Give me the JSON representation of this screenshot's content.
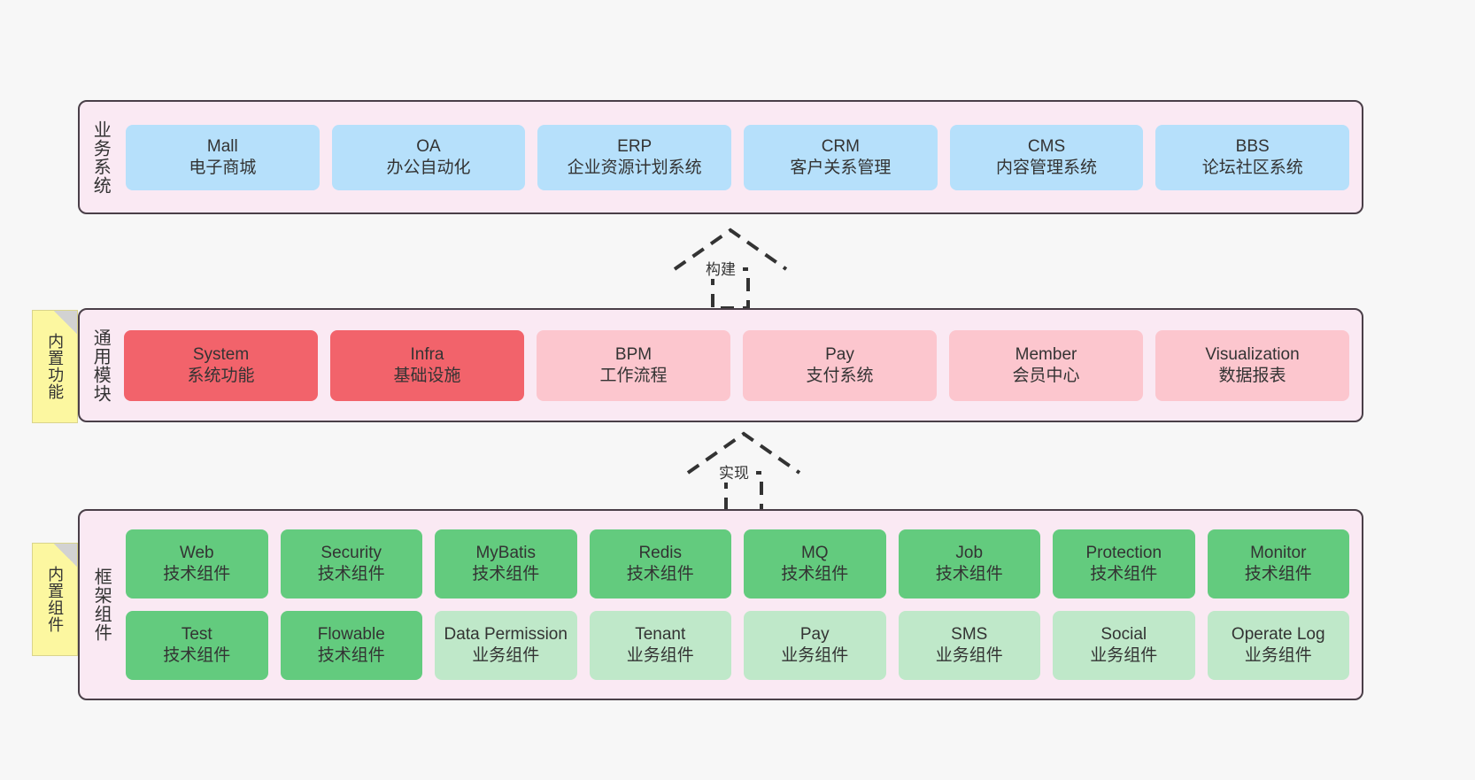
{
  "diagram": {
    "background_color": "#f7f7f7",
    "panel_fill": "#fae9f3",
    "panel_border": "#4a3f48",
    "tab_fill": "#fcf7a0"
  },
  "side_tabs": [
    {
      "name": "builtin-features",
      "label": "内置功能"
    },
    {
      "name": "builtin-components",
      "label": "内置组件"
    }
  ],
  "connectors": [
    {
      "name": "build",
      "label": "构建",
      "style": "dashed-generalization-up"
    },
    {
      "name": "implement",
      "label": "实现",
      "style": "dashed-generalization-up"
    }
  ],
  "business": {
    "title": "业务系统",
    "color": "#b6e0fb",
    "cards": [
      {
        "en": "Mall",
        "cn": "电子商城"
      },
      {
        "en": "OA",
        "cn": "办公自动化"
      },
      {
        "en": "ERP",
        "cn": "企业资源计划系统"
      },
      {
        "en": "CRM",
        "cn": "客户关系管理"
      },
      {
        "en": "CMS",
        "cn": "内容管理系统"
      },
      {
        "en": "BBS",
        "cn": "论坛社区系统"
      }
    ]
  },
  "modules": {
    "title": "通用模块",
    "color_primary": "#f2636b",
    "color_secondary": "#fcc6ce",
    "cards": [
      {
        "en": "System",
        "cn": "系统功能",
        "tone": "primary"
      },
      {
        "en": "Infra",
        "cn": "基础设施",
        "tone": "primary"
      },
      {
        "en": "BPM",
        "cn": "工作流程",
        "tone": "secondary"
      },
      {
        "en": "Pay",
        "cn": "支付系统",
        "tone": "secondary"
      },
      {
        "en": "Member",
        "cn": "会员中心",
        "tone": "secondary"
      },
      {
        "en": "Visualization",
        "cn": "数据报表",
        "tone": "secondary"
      }
    ]
  },
  "framework": {
    "title": "框架组件",
    "color_tech": "#63cb7e",
    "color_business": "#bfe8c9",
    "row1": [
      {
        "en": "Web",
        "cn": "技术组件",
        "tone": "tech"
      },
      {
        "en": "Security",
        "cn": "技术组件",
        "tone": "tech"
      },
      {
        "en": "MyBatis",
        "cn": "技术组件",
        "tone": "tech"
      },
      {
        "en": "Redis",
        "cn": "技术组件",
        "tone": "tech"
      },
      {
        "en": "MQ",
        "cn": "技术组件",
        "tone": "tech"
      },
      {
        "en": "Job",
        "cn": "技术组件",
        "tone": "tech"
      },
      {
        "en": "Protection",
        "cn": "技术组件",
        "tone": "tech"
      },
      {
        "en": "Monitor",
        "cn": "技术组件",
        "tone": "tech"
      }
    ],
    "row2": [
      {
        "en": "Test",
        "cn": "技术组件",
        "tone": "tech"
      },
      {
        "en": "Flowable",
        "cn": "技术组件",
        "tone": "tech"
      },
      {
        "en": "Data Permission",
        "cn": "业务组件",
        "tone": "business"
      },
      {
        "en": "Tenant",
        "cn": "业务组件",
        "tone": "business"
      },
      {
        "en": "Pay",
        "cn": "业务组件",
        "tone": "business"
      },
      {
        "en": "SMS",
        "cn": "业务组件",
        "tone": "business"
      },
      {
        "en": "Social",
        "cn": "业务组件",
        "tone": "business"
      },
      {
        "en": "Operate Log",
        "cn": "业务组件",
        "tone": "business"
      }
    ]
  }
}
